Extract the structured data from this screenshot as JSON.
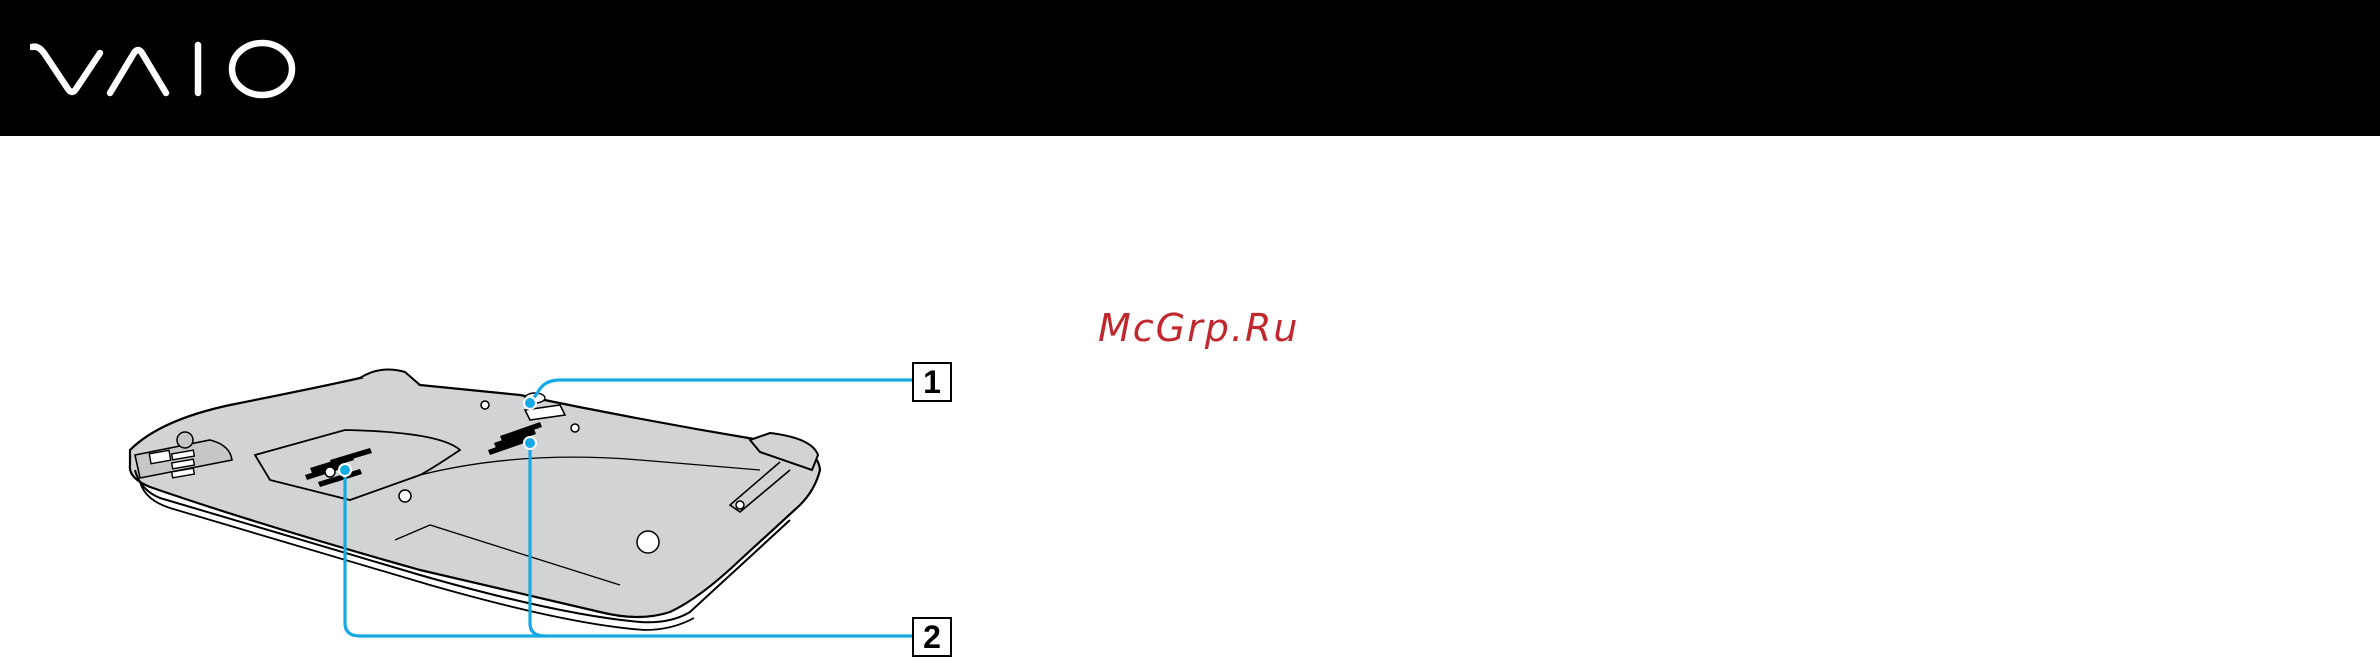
{
  "header": {
    "logo_icon": "vaio-logo-icon",
    "background": "#000000"
  },
  "watermark": {
    "text": "McGrp.Ru",
    "color": "#c0282d"
  },
  "figure": {
    "callouts": [
      "1",
      "2"
    ],
    "leader_color": "#16a9e3",
    "device_icon": "laptop-bottom-view"
  }
}
